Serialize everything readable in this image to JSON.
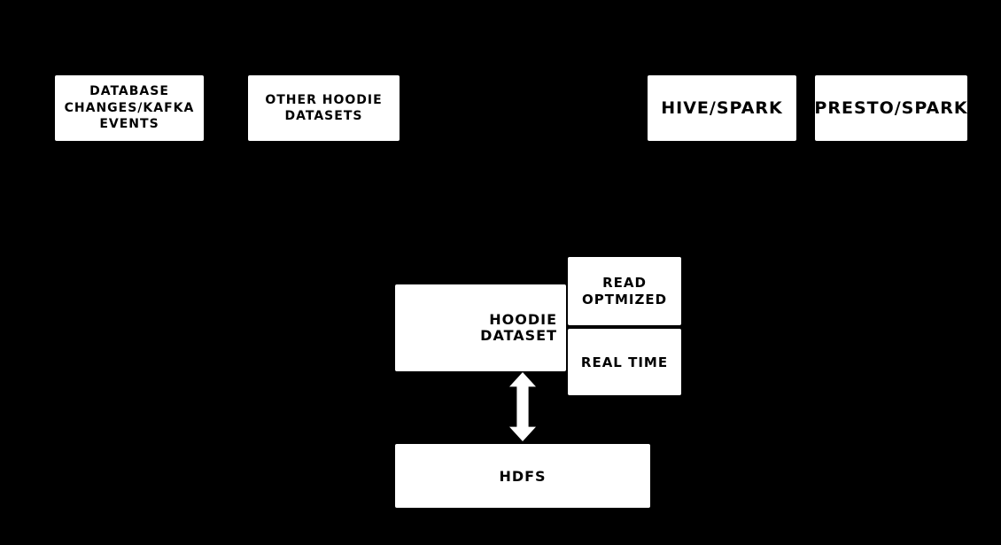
{
  "colors": {
    "background": "#000000",
    "node_bg": "#ffffff",
    "node_text": "#000000",
    "arrow": "#ffffff"
  },
  "nodes": {
    "database_changes": {
      "lines": [
        "DATABASE",
        "CHANGES/KAFKA",
        "EVENTS"
      ]
    },
    "other_hoodie_datasets": {
      "lines": [
        "OTHER HOODIE",
        "DATASETS"
      ]
    },
    "hive_spark": {
      "label": "HIVE/SPARK"
    },
    "presto_spark": {
      "label": "PRESTO/SPARK"
    },
    "hoodie_dataset": {
      "lines": [
        "HOODIE",
        "DATASET"
      ]
    },
    "read_optmized": {
      "lines": [
        "READ",
        "OPTMIZED"
      ]
    },
    "real_time": {
      "label": "REAL TIME"
    },
    "hdfs": {
      "label": "HDFS"
    }
  },
  "icons": {
    "hoodie_hdfs_link": "vertical-double-arrow"
  }
}
